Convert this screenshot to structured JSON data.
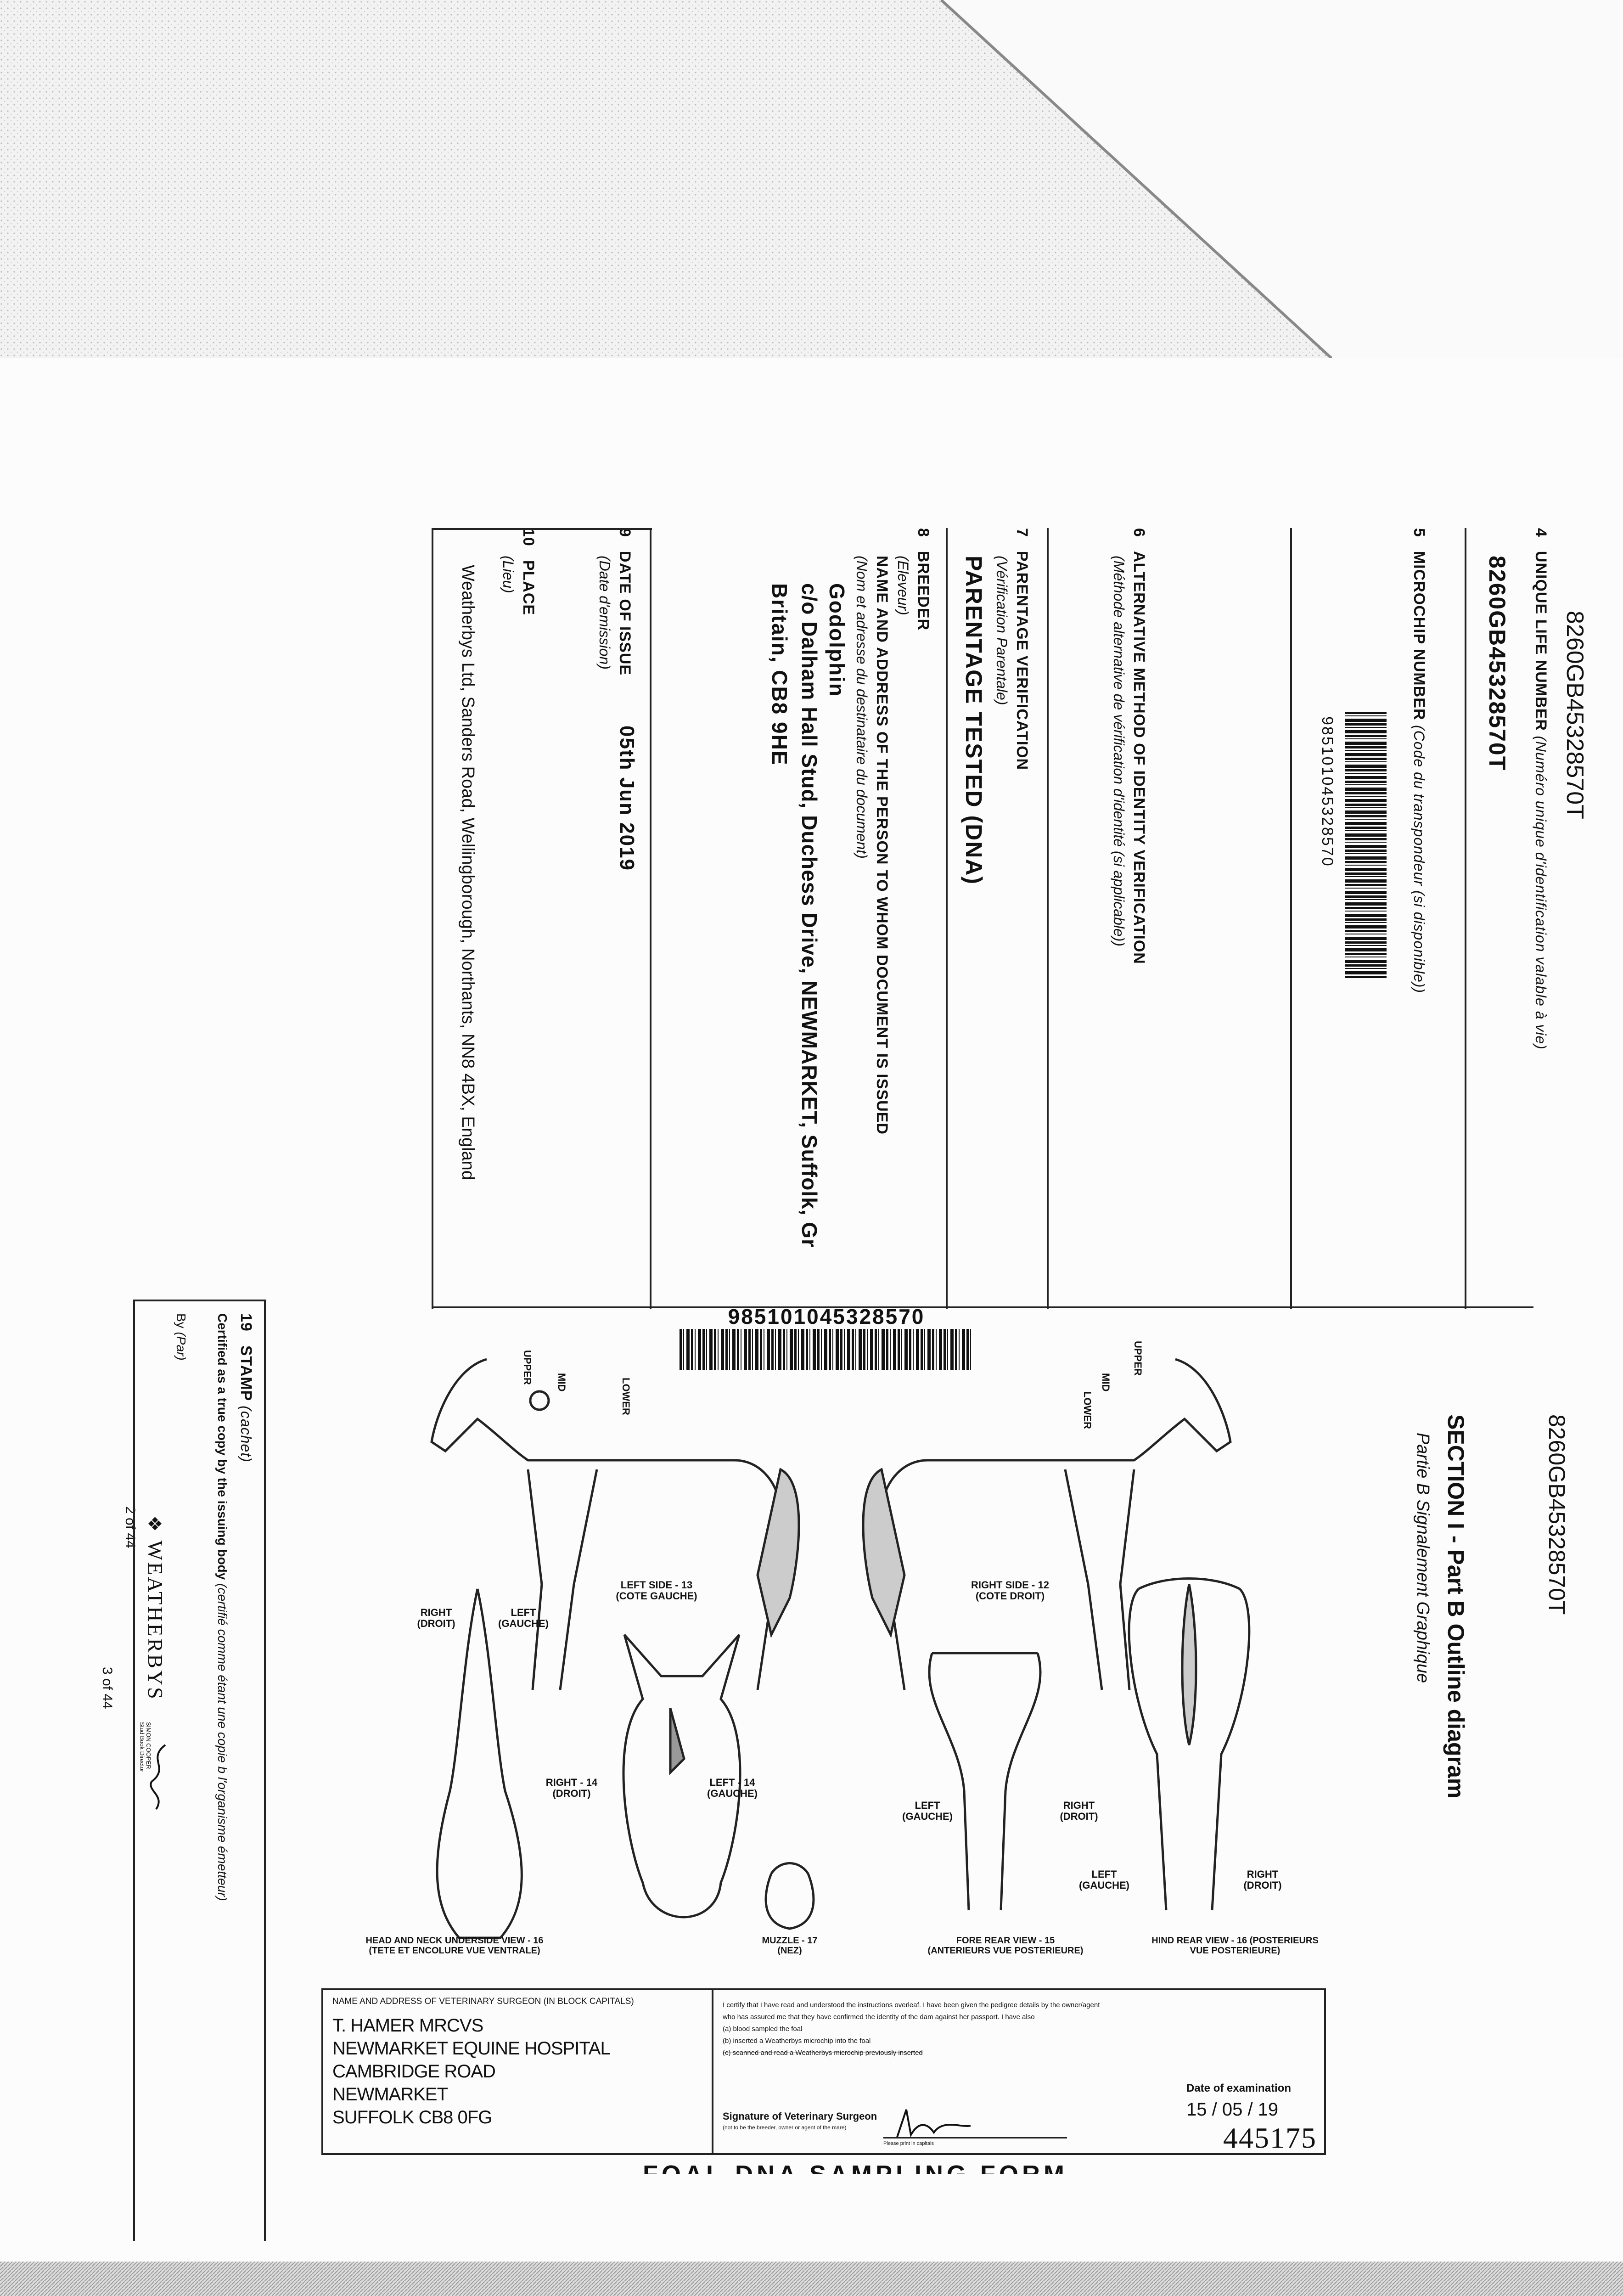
{
  "passport_page_2": {
    "header_id": "8260GB45328570T",
    "field_4": {
      "number": "4",
      "label": "UNIQUE LIFE NUMBER",
      "label_fr": "(Numéro unique d'identification valable à vie)",
      "value": "8260GB45328570T"
    },
    "field_5": {
      "number": "5",
      "label": "MICROCHIP NUMBER",
      "label_fr": "(Code du transpondeur (si disponible))",
      "barcode_value": "985101045328570"
    },
    "field_6": {
      "number": "6",
      "label": "ALTERNATIVE METHOD OF IDENTITY VERIFICATION",
      "label_fr": "(Méthode alternative de vérification d'identité (si applicable))"
    },
    "field_7": {
      "number": "7",
      "label": "PARENTAGE VERIFICATION",
      "label_fr": "(Vérification Parentale)",
      "value": "PARENTAGE TESTED (DNA)"
    },
    "field_8": {
      "number": "8",
      "label": "BREEDER",
      "label_fr": "(Eleveur)",
      "sublabel": "NAME AND ADDRESS OF THE PERSON TO WHOM DOCUMENT IS ISSUED",
      "sublabel_fr": "(Nom et adresse du destinataire du document)",
      "name": "Godolphin",
      "address_1": "c/o Dalham Hall Stud, Duchess Drive, NEWMARKET, Suffolk, Gr",
      "address_2": "Britain, CB8 9HE"
    },
    "field_9": {
      "number": "9",
      "label": "DATE OF ISSUE",
      "label_fr": "(Date d'emission)",
      "value": "05th Jun 2019"
    },
    "field_10": {
      "number": "10",
      "label": "PLACE",
      "label_fr": "(Lieu)",
      "value": "Weatherbys Ltd, Sanders Road, Wellingborough, Northants, NN8 4BX, England"
    },
    "page_number": "2 of 44"
  },
  "passport_page_3": {
    "header_id": "8260GB45328570T",
    "section_title": "SECTION I - Part B Outline diagram",
    "section_subtitle": "Partie B Signalement Graphique",
    "barcode_value": "985101045328570",
    "neck_markers": [
      "UPPER",
      "MID",
      "LOWER"
    ],
    "views": {
      "left_side": "LEFT SIDE - 13",
      "left_side_fr": "(COTE GAUCHE)",
      "right_side": "RIGHT SIDE - 12",
      "right_side_fr": "(COTE DROIT)",
      "right": "RIGHT",
      "right_fr": "(DROIT)",
      "left": "LEFT",
      "left_fr": "(GAUCHE)",
      "right_14": "RIGHT - 14",
      "left_14": "LEFT - 14",
      "head_neck": "HEAD AND NECK UNDERSIDE VIEW - 16",
      "head_neck_fr": "(TETE ET ENCOLURE VUE VENTRALE)",
      "muzzle": "MUZZLE - 17",
      "muzzle_fr": "(NEZ)",
      "fore_rear": "FORE REAR VIEW - 15",
      "fore_rear_fr": "(ANTERIEURS VUE POSTERIEURE)",
      "hind_rear": "HIND REAR VIEW - 16 (POSTERIEURS",
      "hind_rear_fr": "VUE POSTERIEURE)"
    },
    "vet_box": {
      "heading": "NAME AND ADDRESS OF VETERINARY SURGEON (IN BLOCK CAPITALS)",
      "lines": [
        "T. HAMER MRCVS",
        "NEWMARKET EQUINE HOSPITAL",
        "CAMBRIDGE ROAD",
        "NEWMARKET",
        "SUFFOLK  CB8 0FG"
      ],
      "certify_1": "I certify that I have read and understood the instructions overleaf. I have been given the pedigree details by the owner/agent",
      "certify_2": "who has assured me that they have confirmed the identity of the dam against her passport. I have also",
      "certify_a": "(a) blood sampled the foal",
      "certify_b": "(b) inserted a Weatherbys microchip into the foal",
      "certify_c": "(c) scanned and read a Weatherbys microchip previously inserted",
      "date_label": "Date of examination",
      "date_value": "15 / 05 / 19",
      "signature_label": "Signature of Veterinary Surgeon",
      "signature_note": "(not to be the breeder, owner or agent of the mare)",
      "signature_sub": "Please print in capitals",
      "form_number": "445175"
    },
    "field_19": {
      "number": "19",
      "label": "STAMP",
      "label_fr": "(cachet)",
      "certified": "Certified as a true copy by the issuing body",
      "certified_fr": "(certifié comme étant une copie b l'organisme émetteur)",
      "by": "By",
      "by_fr": "(Par)"
    },
    "issuer": "WEATHERBYS",
    "signatory": "SIMON COOPER",
    "signatory_title": "Stud Book Director",
    "footer_partial": "FOAL DNA SAMPLING FORM",
    "page_number": "3 of 44"
  }
}
